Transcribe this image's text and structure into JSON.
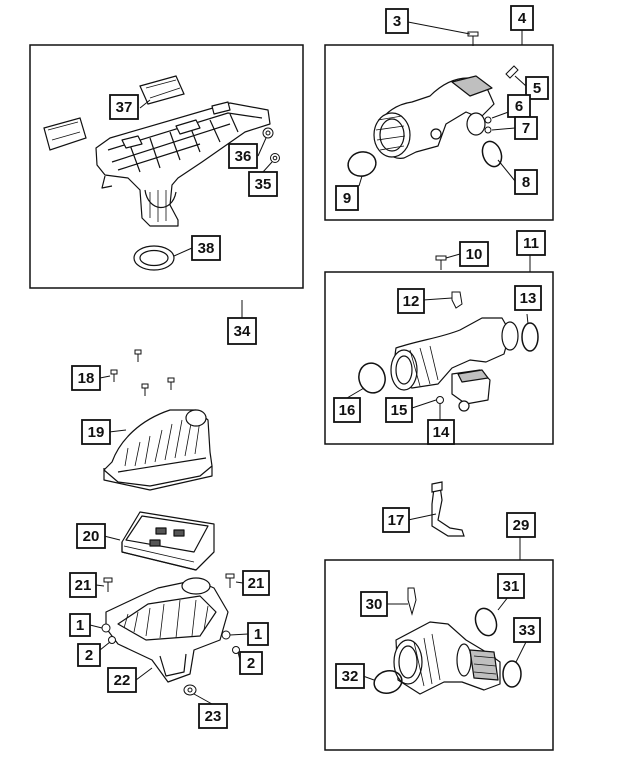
{
  "diagram": {
    "callouts": [
      {
        "id": "c1a",
        "label": "1"
      },
      {
        "id": "c1b",
        "label": "1"
      },
      {
        "id": "c2a",
        "label": "2"
      },
      {
        "id": "c2b",
        "label": "2"
      },
      {
        "id": "c3",
        "label": "3"
      },
      {
        "id": "c4",
        "label": "4"
      },
      {
        "id": "c5",
        "label": "5"
      },
      {
        "id": "c6",
        "label": "6"
      },
      {
        "id": "c7",
        "label": "7"
      },
      {
        "id": "c8",
        "label": "8"
      },
      {
        "id": "c9",
        "label": "9"
      },
      {
        "id": "c10",
        "label": "10"
      },
      {
        "id": "c11",
        "label": "11"
      },
      {
        "id": "c12",
        "label": "12"
      },
      {
        "id": "c13",
        "label": "13"
      },
      {
        "id": "c14",
        "label": "14"
      },
      {
        "id": "c15",
        "label": "15"
      },
      {
        "id": "c16",
        "label": "16"
      },
      {
        "id": "c17",
        "label": "17"
      },
      {
        "id": "c18",
        "label": "18"
      },
      {
        "id": "c19",
        "label": "19"
      },
      {
        "id": "c20",
        "label": "20"
      },
      {
        "id": "c21a",
        "label": "21"
      },
      {
        "id": "c21b",
        "label": "21"
      },
      {
        "id": "c22",
        "label": "22"
      },
      {
        "id": "c23",
        "label": "23"
      },
      {
        "id": "c29",
        "label": "29"
      },
      {
        "id": "c30",
        "label": "30"
      },
      {
        "id": "c31",
        "label": "31"
      },
      {
        "id": "c32",
        "label": "32"
      },
      {
        "id": "c33",
        "label": "33"
      },
      {
        "id": "c34",
        "label": "34"
      },
      {
        "id": "c35",
        "label": "35"
      },
      {
        "id": "c36",
        "label": "36"
      },
      {
        "id": "c37",
        "label": "37"
      },
      {
        "id": "c38",
        "label": "38"
      }
    ]
  },
  "colors": {
    "line": "#111111",
    "fill": "#ffffff",
    "shade": "#bfbfbf",
    "dark": "#555555"
  }
}
